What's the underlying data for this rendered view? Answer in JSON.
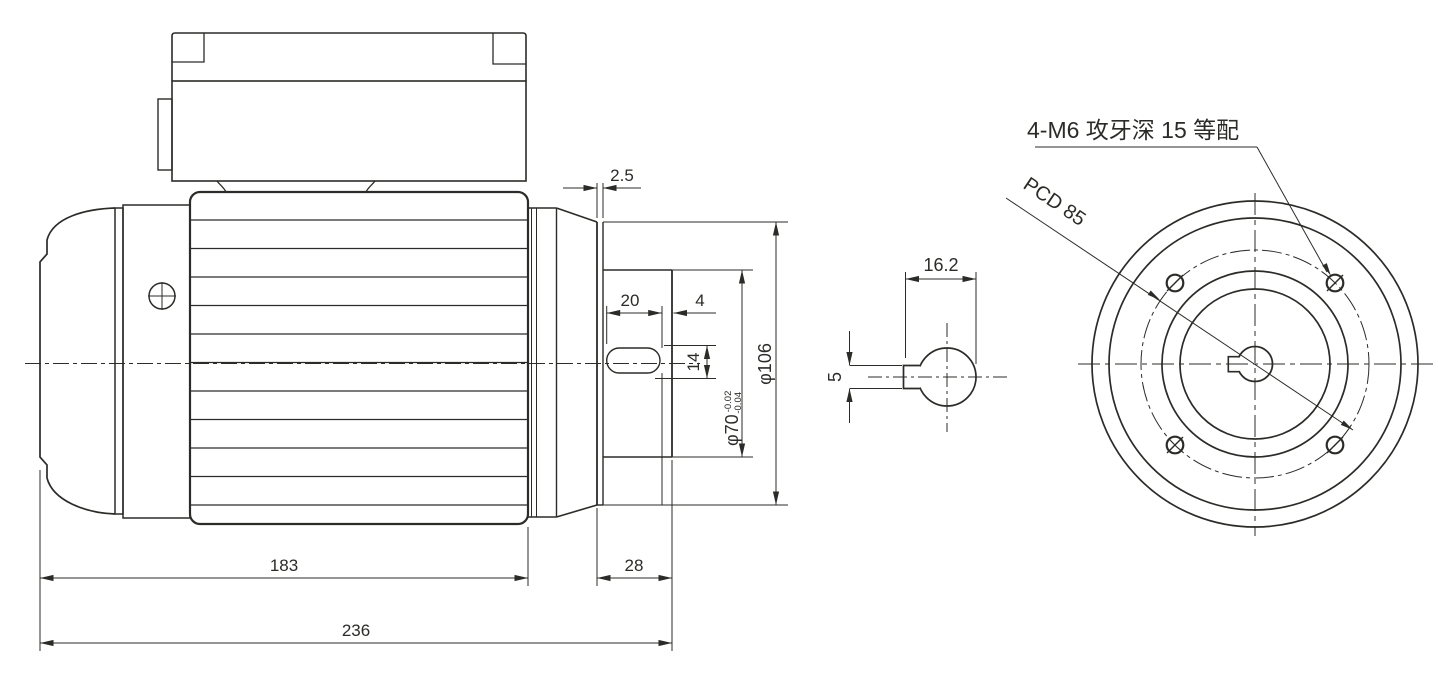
{
  "drawing": {
    "line_color": "#2b2b28",
    "background": "#ffffff",
    "side_view": {
      "dims": {
        "face_offset": "2.5",
        "keyway_length": "20",
        "key_end_gap": "4",
        "shaft_dia": "14",
        "spigot_dia": "φ70",
        "spigot_tol_upper": "-0.02",
        "spigot_tol_lower": "-0.04",
        "flange_dia": "φ106",
        "body_length": "183",
        "spigot_length": "28",
        "total_length": "236"
      }
    },
    "section_view": {
      "dims": {
        "across_key": "16.2",
        "key_width": "5"
      }
    },
    "flange_view": {
      "tap_note": "4-M6 攻牙深 15 等配",
      "pcd_label": "PCD 85"
    }
  }
}
